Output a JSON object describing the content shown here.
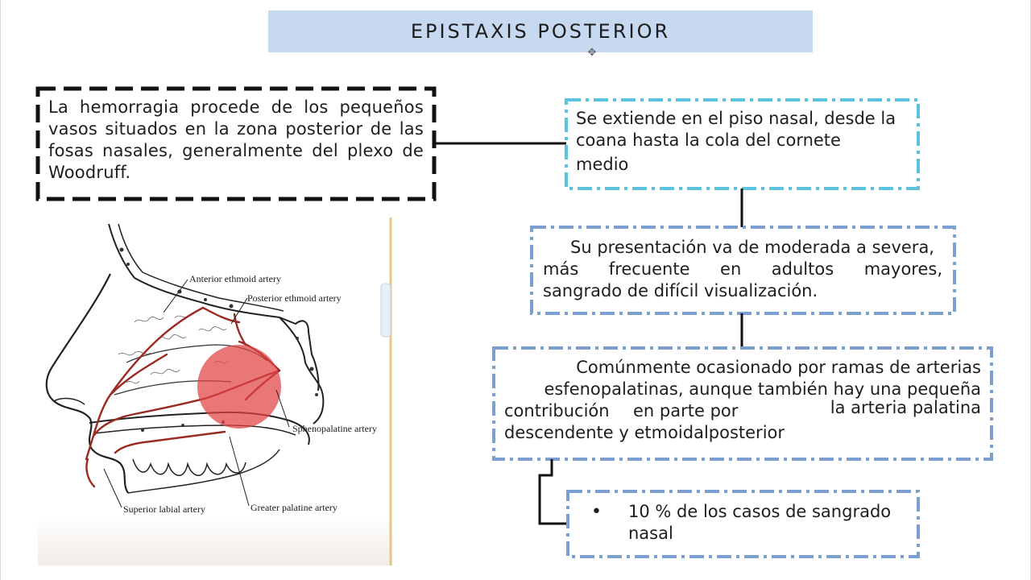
{
  "slide": {
    "title": "EPISTAXIS POSTERIOR"
  },
  "definition": {
    "text": "La hemorragia procede de los pequeños vasos situados en la zona posterior de las fosas nasales, generalmente del plexo de Woodruff."
  },
  "flow": [
    {
      "id": "location",
      "lines": [
        "Se extiende en el piso nasal, desde la",
        "coana hasta la cola del cornete",
        "medio"
      ]
    },
    {
      "id": "presentation",
      "lines": [
        "Su presentación va de moderada a severa,",
        "más frecuente en adultos mayores,",
        "sangrado de difícil visualización."
      ]
    },
    {
      "id": "cause",
      "lines": [
        "Comúnmente ocasionado por ramas de arterias",
        "esfenopalatinas, aunque también hay una pequeña",
        "contribución",
        "en parte por",
        "la arteria palatina",
        "descendente y etmoidalposterior"
      ]
    },
    {
      "id": "frequency",
      "bullet": "•",
      "lines": [
        "10 % de los casos de sangrado",
        "nasal"
      ]
    }
  ],
  "anatomy_figure": {
    "labels": {
      "anterior_ethmoid": "Anterior ethmoid artery",
      "posterior_ethmoid": "Posterior ethmoid artery",
      "sphenopalatine": "Sphenopalatine artery",
      "superior_labial": "Superior labial artery",
      "greater_palatine": "Greater palatine artery"
    },
    "highlight_color": "#e04343",
    "artery_color": "#9a2a22"
  },
  "colors": {
    "title_bg": "#c7d8f1",
    "definition_border": "#111111",
    "location_border": "#5bc3de",
    "flow_border": "#7b9fcf",
    "connector": "#111111"
  }
}
